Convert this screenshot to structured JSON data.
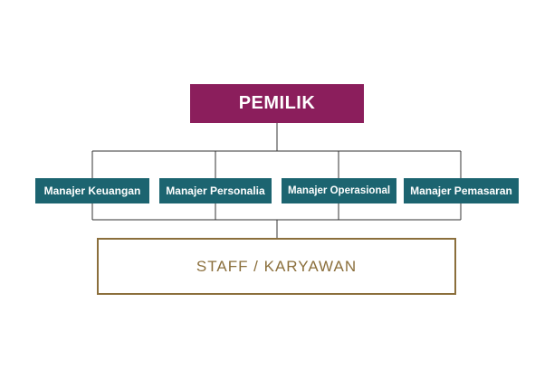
{
  "org_chart": {
    "owner": {
      "label": "PEMILIK"
    },
    "managers": [
      {
        "label": "Manajer Keuangan"
      },
      {
        "label": "Manajer Personalia"
      },
      {
        "label": "Manajer Operasional"
      },
      {
        "label": "Manajer Pemasaran"
      }
    ],
    "staff": {
      "label": "STAFF / KARYAWAN"
    }
  },
  "colors": {
    "owner_fill": "#8b1e5c",
    "manager_fill": "#1c6470",
    "staff_border": "#8b6f3c",
    "connector": "#333333"
  }
}
